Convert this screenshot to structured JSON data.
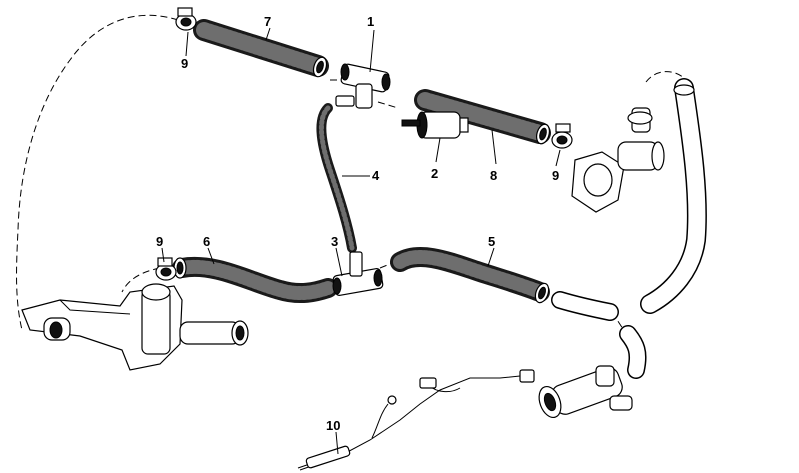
{
  "colors": {
    "ink": "#000000",
    "hose_shade": "#2a2a2a",
    "hose_texture": "#6e6e6e",
    "background": "#ffffff"
  },
  "callouts": {
    "item1": "1",
    "item2": "2",
    "item3": "3",
    "item4": "4",
    "item5": "5",
    "item6": "6",
    "item7": "7",
    "item8": "8",
    "item9_top_left": "9",
    "item9_right": "9",
    "item9_left": "9",
    "item10": "10"
  }
}
